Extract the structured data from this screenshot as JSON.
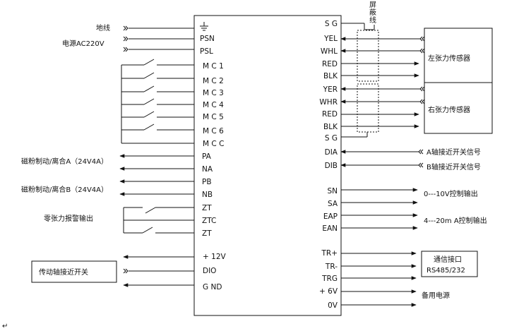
{
  "shield_label": "屏蔽线",
  "controller": {
    "left_pins": {
      "ground_symbol": "⏚",
      "psn": "PSN",
      "psl": "PSL",
      "mc1": "M C 1",
      "mc2": "M C 2",
      "mc3": "M C 3",
      "mc4": "M C 4",
      "mc5": "M C 5",
      "mc6": "M C 6",
      "mcc": "M C C",
      "pa": "PA",
      "na": "NA",
      "pb": "PB",
      "nb": "NB",
      "zt1": "ZT",
      "ztc": "ZTC",
      "zt2": "ZT",
      "v12": "+ 12V",
      "dio": "DIO",
      "gnd": "G ND"
    },
    "right_pins": {
      "sg1": "S G",
      "yel": "YEL",
      "whl": "WHL",
      "red1": "RED",
      "blk1": "BLK",
      "yer": "YER",
      "whr": "WHR",
      "red2": "RED",
      "blk2": "BLK",
      "sg2": "S G",
      "dia": "DIA",
      "dib": "DIB",
      "sn": "SN",
      "sa": "SA",
      "eap": "EAP",
      "ean": "EAN",
      "trp": "TR+",
      "trm": "TR-",
      "trg": "TRG",
      "v6": "+ 6V",
      "v0": "0V"
    }
  },
  "left_labels": {
    "ground": "地线",
    "power": "电源AC220V",
    "brake_a": "磁粉制动/离合A（24V4A）",
    "brake_b": "磁粉制动/离合B（24V4A）",
    "alarm": "零张力报警输出",
    "switch_box": "传动轴接近开关"
  },
  "right_labels": {
    "left_sensor": "左张力传感器",
    "right_sensor": "右张力传感器",
    "a_proximity": "A轴接近开关信号",
    "b_proximity": "B轴接近开关信号",
    "v_output": "0---10V控制输出",
    "ma_output": "4---20m A控制输出",
    "comm_line1": "通信接口",
    "comm_line2": "RS485/232",
    "backup_power": "备用电源"
  },
  "return_mark": "↵",
  "colors": {
    "line": "#111111",
    "background": "#ffffff"
  }
}
